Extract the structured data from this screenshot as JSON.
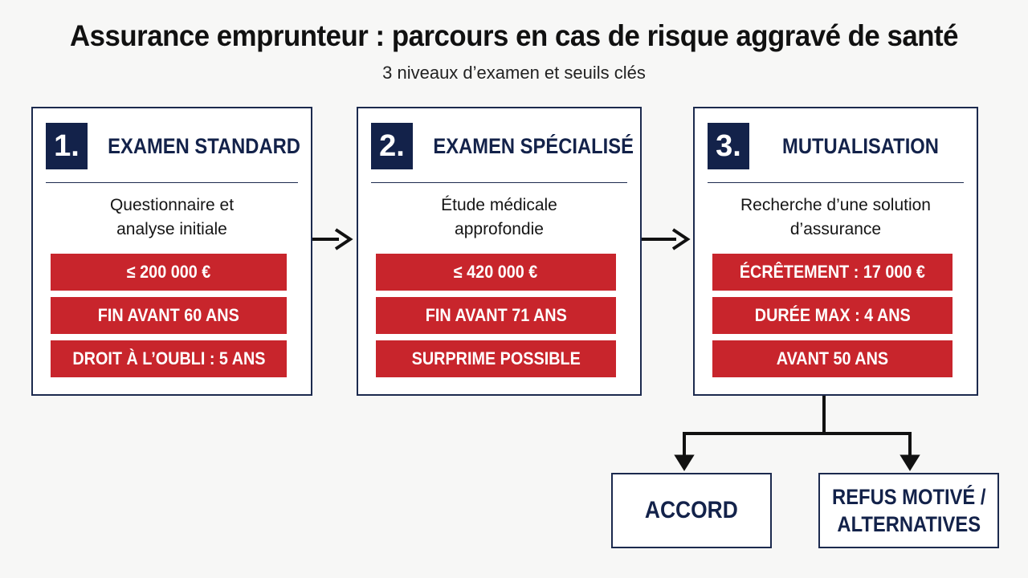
{
  "header": {
    "title": "Assurance emprunteur : parcours en cas de risque aggravé de santé",
    "subtitle": "3 niveaux d’examen et seuils clés"
  },
  "steps": [
    {
      "number": "1.",
      "title": "EXAMEN STANDARD",
      "description": [
        "Questionnaire et",
        "analyse initiale"
      ],
      "criteria": [
        "≤ 200 000 €",
        "FIN AVANT 60 ANS",
        "DROIT À L’OUBLI : 5 ANS"
      ]
    },
    {
      "number": "2.",
      "title": "EXAMEN SPÉCIALISÉ",
      "description": [
        "Étude médicale",
        "approfondie"
      ],
      "criteria": [
        "≤ 420 000 €",
        "FIN AVANT 71 ANS",
        "SURPRIME POSSIBLE"
      ]
    },
    {
      "number": "3.",
      "title": "MUTUALISATION",
      "description": [
        "Recherche d’une solution",
        "d’assurance"
      ],
      "criteria": [
        "ÉCRÊTEMENT : 17 000 €",
        "DURÉE MAX : 4 ANS",
        "AVANT 50 ANS"
      ]
    }
  ],
  "outcomes": {
    "accept": {
      "label": "ACCORD"
    },
    "refuse": {
      "line1": "REFUS MOTIVÉ /",
      "line2": "ALTERNATIVES"
    }
  },
  "colors": {
    "navy": "#13224a",
    "red": "#c8252c",
    "border": "#1c2a4e",
    "background": "#f7f7f6"
  }
}
